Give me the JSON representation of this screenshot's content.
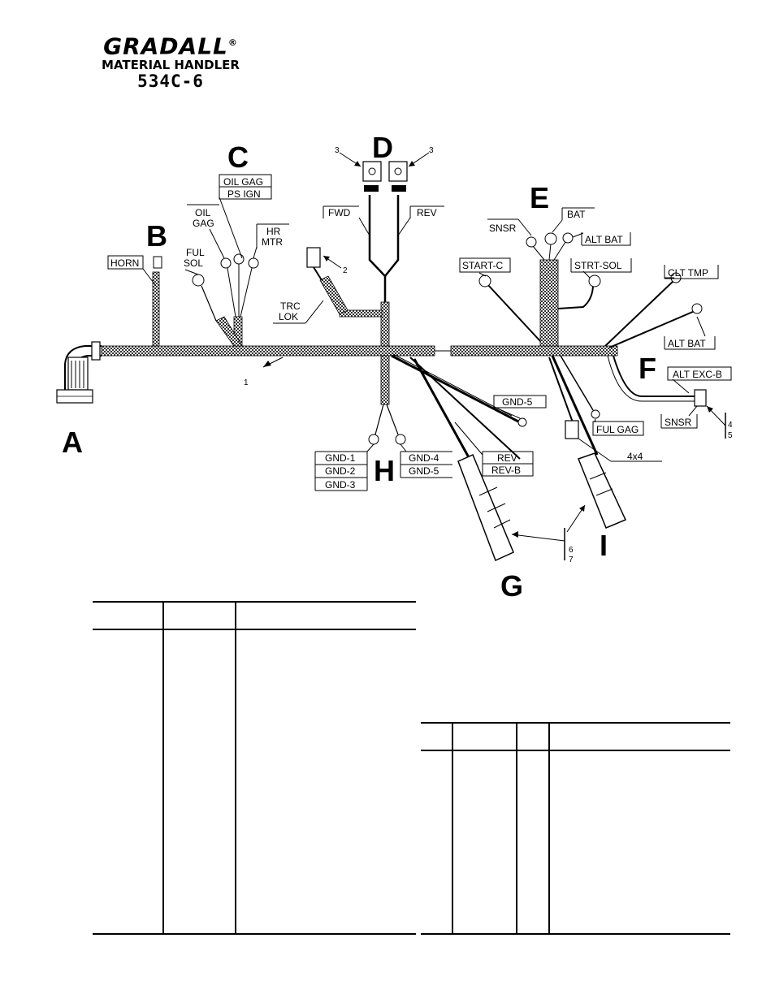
{
  "header": {
    "brand": "GRADALL",
    "registered": "®",
    "subtitle": "MATERIAL HANDLER",
    "model": "534C-6"
  },
  "section_letters": {
    "a": "A",
    "b": "B",
    "c": "C",
    "d": "D",
    "e": "E",
    "f": "F",
    "g": "G",
    "h": "H",
    "i": "I"
  },
  "callouts": {
    "harness": "1",
    "trc_plug": "2",
    "relay_left": "3",
    "relay_right": "3",
    "f_top": "4",
    "f_bottom": "5",
    "gi_top": "6",
    "gi_bottom": "7"
  },
  "wire_labels": {
    "horn": "HORN",
    "oil_gag_top": "OIL GAG",
    "ps_ign": "PS IGN",
    "oil_1": "OIL",
    "oil_2": "GAG",
    "ful_1": "FUL",
    "ful_2": "SOL",
    "hr": "HR",
    "mtr": "MTR",
    "fwd": "FWD",
    "rev_d": "REV",
    "trc": "TRC",
    "lok": "LOK",
    "snsr_e": "SNSR",
    "bat": "BAT",
    "alt_bat_e": "ALT BAT",
    "start_c": "START-C",
    "strt_sol": "STRT-SOL",
    "clt_tmp": "CLT TMP",
    "alt_bat_f": "ALT BAT",
    "alt_exc_b": "ALT EXC-B",
    "snsr_f": "SNSR",
    "gnd_5_top": "GND-5",
    "ful_gag": "FUL GAG",
    "rev_b_top": "REV",
    "rev_b": "REV-B",
    "four_x_four": "4x4",
    "gnd_1": "GND-1",
    "gnd_2": "GND-2",
    "gnd_3": "GND-3",
    "gnd_4": "GND-4",
    "gnd_5": "GND-5"
  }
}
